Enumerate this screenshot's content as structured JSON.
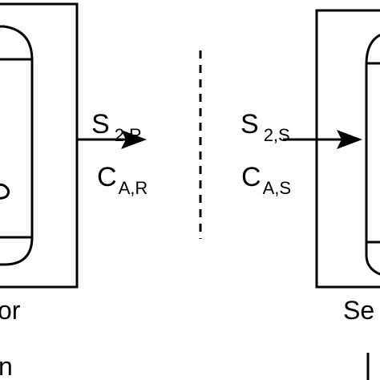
{
  "diagram": {
    "left_flow": {
      "symbol_1": "S",
      "subscript_1": "2,R",
      "symbol_2": "C",
      "subscript_2": "A,R"
    },
    "right_flow": {
      "symbol_1": "S",
      "subscript_1": "2,S",
      "symbol_2": "C",
      "subscript_2": "A,S"
    },
    "left_caption_fragment": "or",
    "left_caption_fragment_2": "n",
    "right_caption_fragment": "Se",
    "stroke_color": "#000000"
  }
}
